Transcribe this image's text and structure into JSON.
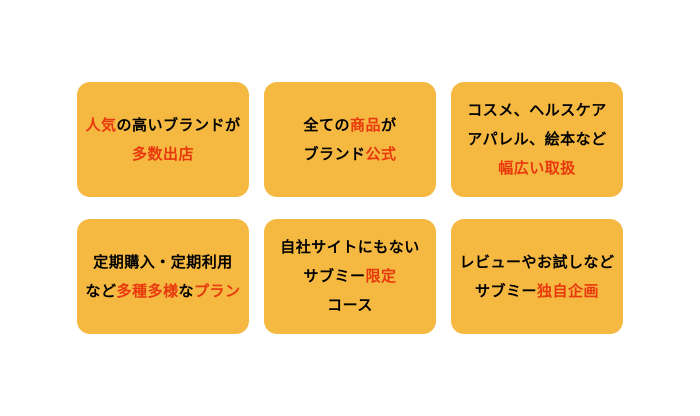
{
  "colors": {
    "page_background": "#ffffff",
    "card_background": "#f5b942",
    "text_primary": "#000000",
    "text_accent": "#e8380d"
  },
  "cards": [
    {
      "id": "popular-brands",
      "lines": [
        {
          "segments": [
            {
              "text": "人気",
              "accent": true
            },
            {
              "text": "の高いブランドが",
              "accent": false
            }
          ]
        },
        {
          "segments": [
            {
              "text": "多数出店",
              "accent": true
            }
          ]
        }
      ]
    },
    {
      "id": "official-brand-items",
      "lines": [
        {
          "segments": [
            {
              "text": "全ての",
              "accent": false
            },
            {
              "text": "商品",
              "accent": true
            },
            {
              "text": "が",
              "accent": false
            }
          ]
        },
        {
          "segments": [
            {
              "text": "ブランド",
              "accent": false
            },
            {
              "text": "公式",
              "accent": true
            }
          ]
        }
      ]
    },
    {
      "id": "wide-selection",
      "lines": [
        {
          "segments": [
            {
              "text": "コスメ、ヘルスケア",
              "accent": false
            }
          ]
        },
        {
          "segments": [
            {
              "text": "アパレル、絵本など",
              "accent": false
            }
          ]
        },
        {
          "segments": [
            {
              "text": "幅広い取扱",
              "accent": true
            }
          ]
        }
      ]
    },
    {
      "id": "plan-variety",
      "lines": [
        {
          "segments": [
            {
              "text": "定期購入・定期利用",
              "accent": false
            }
          ]
        },
        {
          "segments": [
            {
              "text": "など",
              "accent": false
            },
            {
              "text": "多種多様",
              "accent": true
            },
            {
              "text": "な",
              "accent": false
            },
            {
              "text": "プラン",
              "accent": true
            }
          ]
        }
      ]
    },
    {
      "id": "exclusive-courses",
      "lines": [
        {
          "segments": [
            {
              "text": "自社サイトにもない",
              "accent": false
            }
          ]
        },
        {
          "segments": [
            {
              "text": "サブミー",
              "accent": false
            },
            {
              "text": "限定",
              "accent": true
            }
          ]
        },
        {
          "segments": [
            {
              "text": "コース",
              "accent": false
            }
          ]
        }
      ]
    },
    {
      "id": "original-projects",
      "lines": [
        {
          "segments": [
            {
              "text": "レビューやお試しなど",
              "accent": false
            }
          ]
        },
        {
          "segments": [
            {
              "text": "サブミー",
              "accent": false
            },
            {
              "text": "独自企画",
              "accent": true
            }
          ]
        }
      ]
    }
  ]
}
